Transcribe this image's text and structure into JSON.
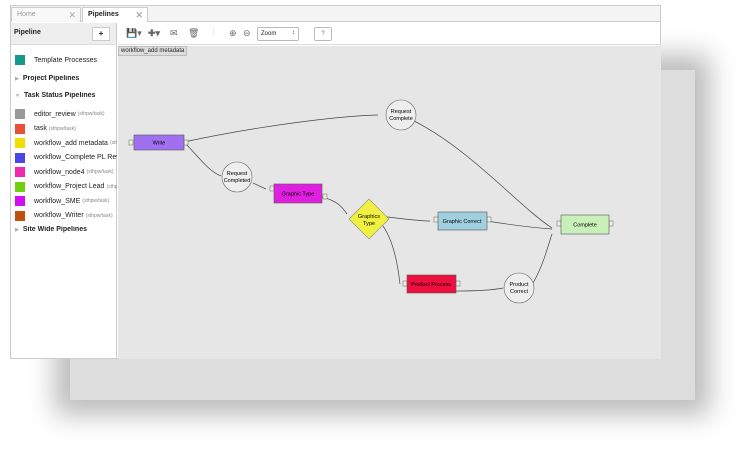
{
  "tabs": [
    {
      "label": "Home"
    },
    {
      "label": "Pipelines"
    }
  ],
  "sidebar": {
    "title": "Pipeline",
    "add_label": "+",
    "template": {
      "label": "Template Processes",
      "color": "#149a8a"
    },
    "project": "Project Pipelines",
    "task_status": "Task Status Pipelines",
    "items": [
      {
        "label": "editor_review",
        "sub": "(sthpw/task)",
        "color": "#999999"
      },
      {
        "label": "task",
        "sub": "(sthpw/task)",
        "color": "#e8503a"
      },
      {
        "label": "workflow_add metadata",
        "sub": "(sthpw",
        "color": "#f0e000"
      },
      {
        "label": "workflow_Complete PL Revie",
        "sub": "",
        "color": "#4848e8"
      },
      {
        "label": "workflow_node4",
        "sub": "(sthpw/task)",
        "color": "#f028b0"
      },
      {
        "label": "workflow_Project Lead",
        "sub": "(sthpw",
        "color": "#70d010"
      },
      {
        "label": "workflow_SME",
        "sub": "(sthpw/task)",
        "color": "#d010f0"
      },
      {
        "label": "workflow_Writer",
        "sub": "(sthpw/task)",
        "color": "#c05010"
      }
    ],
    "site": "Site Wide Pipelines"
  },
  "toolbar": {
    "zoom": "Zoom",
    "help": "?"
  },
  "canvas": {
    "pipeline_name": "workflow_add metadata"
  },
  "nodes": {
    "write": "Write",
    "request_complete": "Request Complete",
    "request_completed": "Request Completed",
    "graphic_type": "Graphic Type",
    "graphics_type": "Graphics Type",
    "graphic_correct": "Graphic Correct",
    "complete": "Complete",
    "product_process": "Product Process",
    "product_correct": "Product Correct"
  }
}
